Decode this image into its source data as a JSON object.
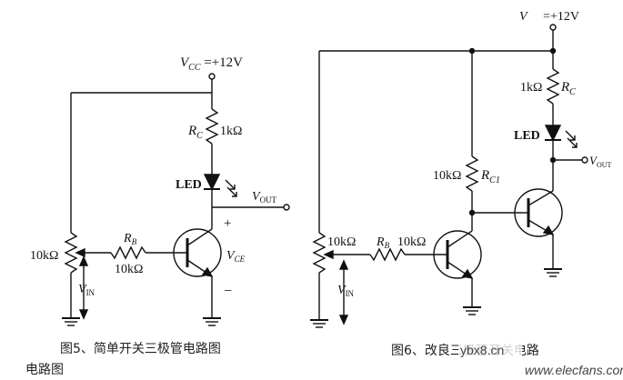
{
  "fig5": {
    "vcc_sym": "V",
    "vcc_sub": "CC",
    "vcc_val": " =+12V",
    "rc_sym": "R",
    "rc_sub": "C",
    "rc_val": "1kΩ",
    "led": "LED",
    "vout_sym": "V",
    "vout_sub": "OUT",
    "plus": "+",
    "minus": "−",
    "vce_sym": "V",
    "vce_sub": "CE",
    "rb_sym": "R",
    "rb_sub": "B",
    "rb_val": "10kΩ",
    "pot_val": "10kΩ",
    "vin_sym": "V",
    "vin_sub": "IN",
    "caption_line1": "图5、简单开关三极管电路图",
    "caption_line2": "电路图"
  },
  "fig6": {
    "vcc_sym": "V",
    "vcc_val": " =+12V",
    "rc_sym": "R",
    "rc_sub": "C",
    "rc_val": "1kΩ",
    "led": "LED",
    "vout_sym": "V",
    "vout_sub": "OUT",
    "rc1_val": "10kΩ",
    "rc1_sym": "R",
    "rc1_sub": "C1",
    "pot_val": "10kΩ",
    "rb_sym": "R",
    "rb_sub": "B",
    "rb_val": "10kΩ",
    "vin_sym": "V",
    "vin_sub": "IN",
    "caption": "图6、改良三极管开关电路"
  },
  "watermark": {
    "site1": "ybx8.cn",
    "site2": "www.elecfans.com"
  },
  "colors": {
    "ink": "#111111",
    "caption": "#222222",
    "background": "#ffffff"
  }
}
